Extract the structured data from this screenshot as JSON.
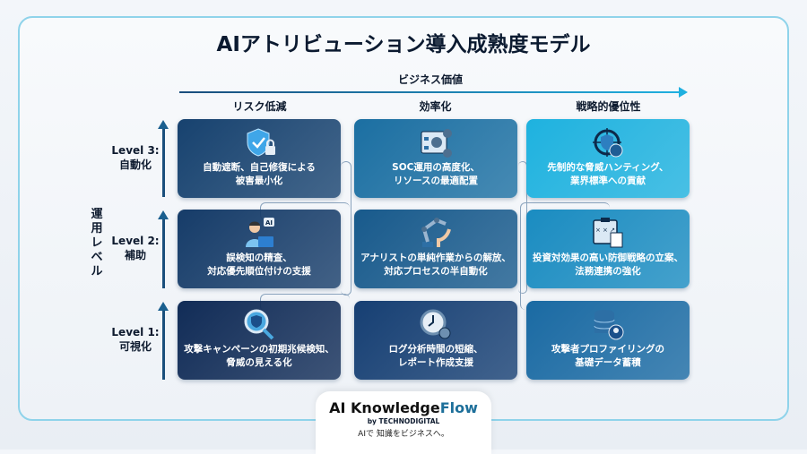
{
  "title": "AIアトリビューション導入成熟度モデル",
  "x_axis": {
    "label": "ビジネス価値",
    "columns": [
      "リスク低減",
      "効率化",
      "戦略的優位性"
    ]
  },
  "y_axis": {
    "label": "運用レベル",
    "levels": [
      "Level 3:\n自動化",
      "Level 2:\n補助",
      "Level 1:\n可視化"
    ]
  },
  "cells": [
    [
      {
        "text": "自動遮断、自己修復による\n被害最小化",
        "icon": "shield-lock-icon",
        "color": "#17426f"
      },
      {
        "text": "SOC運用の高度化、\nリソースの最適配置",
        "icon": "workflow-gears-icon",
        "color": "#1b6fa2"
      },
      {
        "text": "先制的な脅威ハンティング、\n業界標準への貢献",
        "icon": "target-globe-icon",
        "color": "#1eb2df"
      }
    ],
    [
      {
        "text": "誤検知の精査、\n対応優先順位付けの支援",
        "icon": "analyst-ai-icon",
        "color": "#163c69"
      },
      {
        "text": "アナリストの単純作業からの解放、\n対応プロセスの半自動化",
        "icon": "robot-arm-icon",
        "color": "#185a8c"
      },
      {
        "text": "投資対効果の高い防御戦略の立案、\n法務連携の強化",
        "icon": "strategy-board-icon",
        "color": "#1a8cc1"
      }
    ],
    [
      {
        "text": "攻撃キャンペーンの初期兆候検知、\n脅威の見える化",
        "icon": "magnifier-shield-icon",
        "color": "#112c57"
      },
      {
        "text": "ログ分析時間の短縮、\nレポート作成支援",
        "icon": "clock-gear-icon",
        "color": "#163f73"
      },
      {
        "text": "攻撃者プロファイリングの\n基礎データ蓄積",
        "icon": "database-user-icon",
        "color": "#1a6aa3"
      }
    ]
  ],
  "footer": {
    "brand_a": "AI Knowledge",
    "brand_b": "Flow",
    "by": "by TECHNODIGITAL",
    "tagline": "AIで 知識をビジネスへ。"
  }
}
